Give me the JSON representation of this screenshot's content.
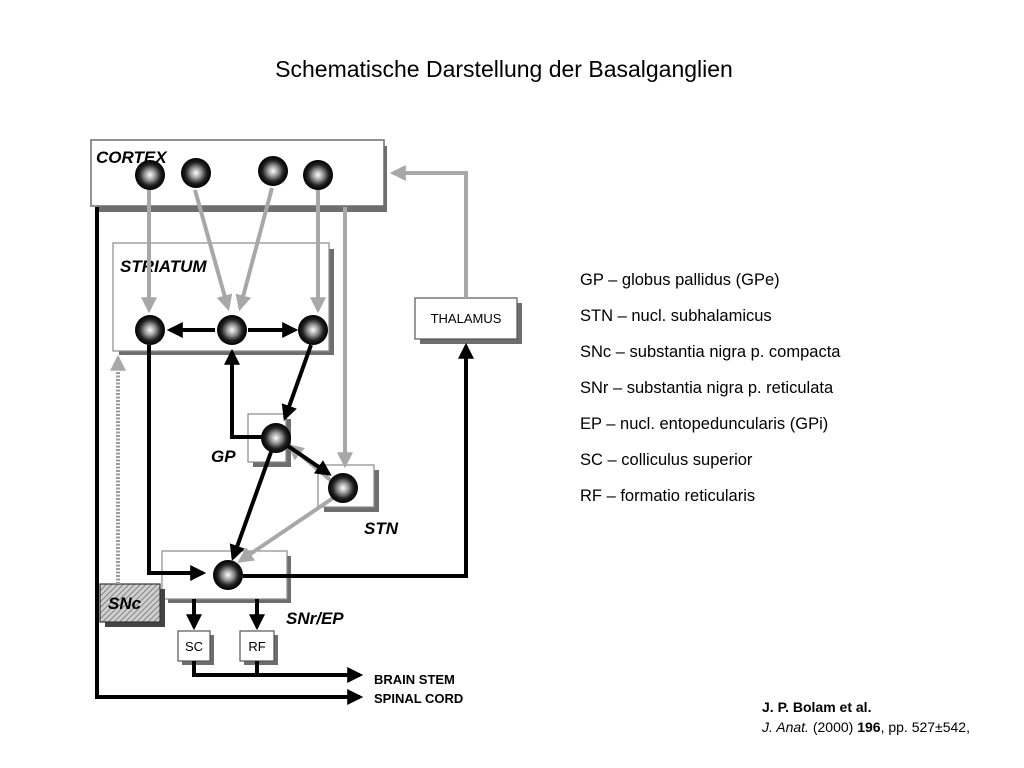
{
  "title": "Schematische Darstellung der Basalganglien",
  "diagram": {
    "labels": {
      "cortex": "CORTEX",
      "striatum": "STRIATUM",
      "thalamus": "THALAMUS",
      "gp": "GP",
      "stn": "STN",
      "snr_ep": "SNr/EP",
      "snc": "SNc",
      "sc": "SC",
      "rf": "RF",
      "brain_stem": "BRAIN STEM",
      "spinal_cord": "SPINAL CORD"
    }
  },
  "legend": [
    "GP – globus pallidus (GPe)",
    "STN – nucl. subhalamicus",
    "SNc – substantia nigra p. compacta",
    "SNr – substantia nigra p. reticulata",
    "EP – nucl. entopeduncularis (GPi)",
    "SC – colliculus superior",
    "RF – formatio reticularis"
  ],
  "citation": {
    "authors": "J. P. Bolam et al.",
    "journal": "J. Anat.",
    "year": "(2000)",
    "volume": "196",
    "pages": ", pp. 527±542,"
  },
  "colors": {
    "excitatory_gray": "#a8a8a8",
    "black": "#000000"
  }
}
